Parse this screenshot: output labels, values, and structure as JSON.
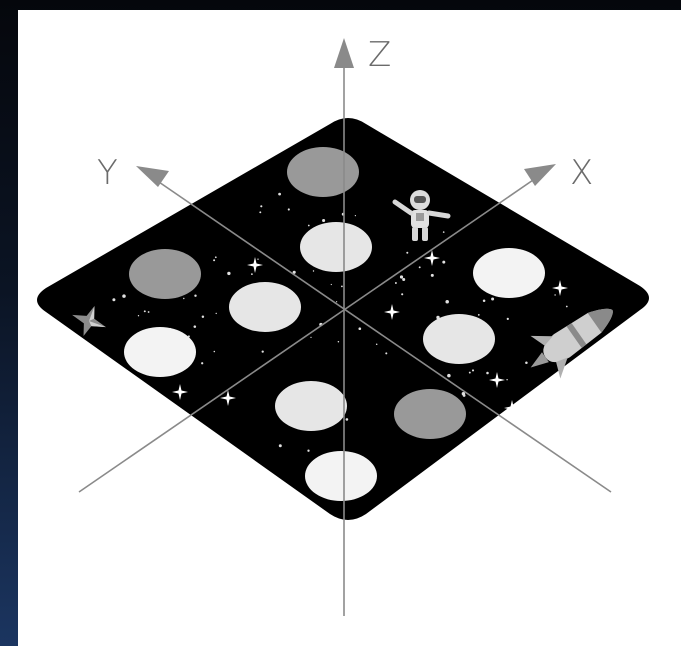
{
  "axes": {
    "x_label": "X",
    "y_label": "Y",
    "z_label": "Z"
  },
  "board": {
    "background_color": "#000000",
    "circles": [
      {
        "id": "top-back",
        "shade": "#999999"
      },
      {
        "id": "top-front",
        "shade": "#e6e6e6"
      },
      {
        "id": "left-back",
        "shade": "#999999"
      },
      {
        "id": "left-center",
        "shade": "#e6e6e6"
      },
      {
        "id": "left-front",
        "shade": "#f3f3f3"
      },
      {
        "id": "right-back",
        "shade": "#f3f3f3"
      },
      {
        "id": "right-front",
        "shade": "#e6e6e6"
      },
      {
        "id": "bottom-back",
        "shade": "#e6e6e6"
      },
      {
        "id": "bottom-right",
        "shade": "#999999"
      },
      {
        "id": "bottom-front",
        "shade": "#f3f3f3"
      }
    ],
    "decorations": [
      "astronaut-icon",
      "rocket-icon",
      "star-sparkle-icon"
    ]
  },
  "colors": {
    "axis": "#8a8a8a",
    "page_gradient_top": "#05070c",
    "page_gradient_bottom": "#1b3560",
    "panel": "#ffffff"
  }
}
